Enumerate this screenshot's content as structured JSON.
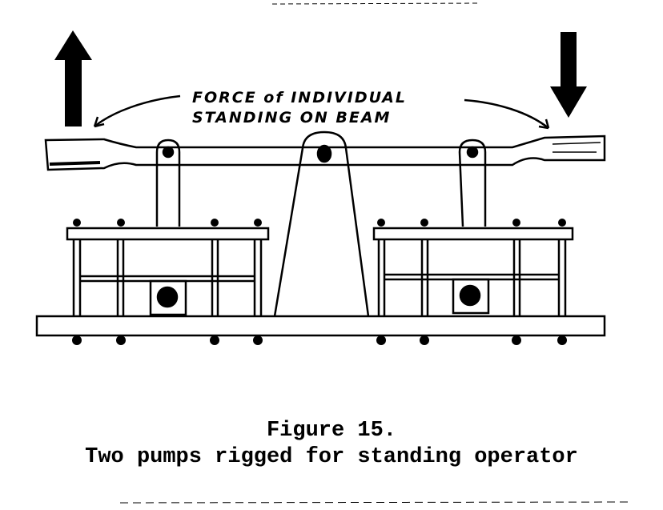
{
  "figure": {
    "annotation_line1": "FORCE of INDIVIDUAL",
    "annotation_line2": "STANDING ON BEAM",
    "caption_number": "Figure 15.",
    "caption_text": "Two pumps rigged for standing operator"
  }
}
